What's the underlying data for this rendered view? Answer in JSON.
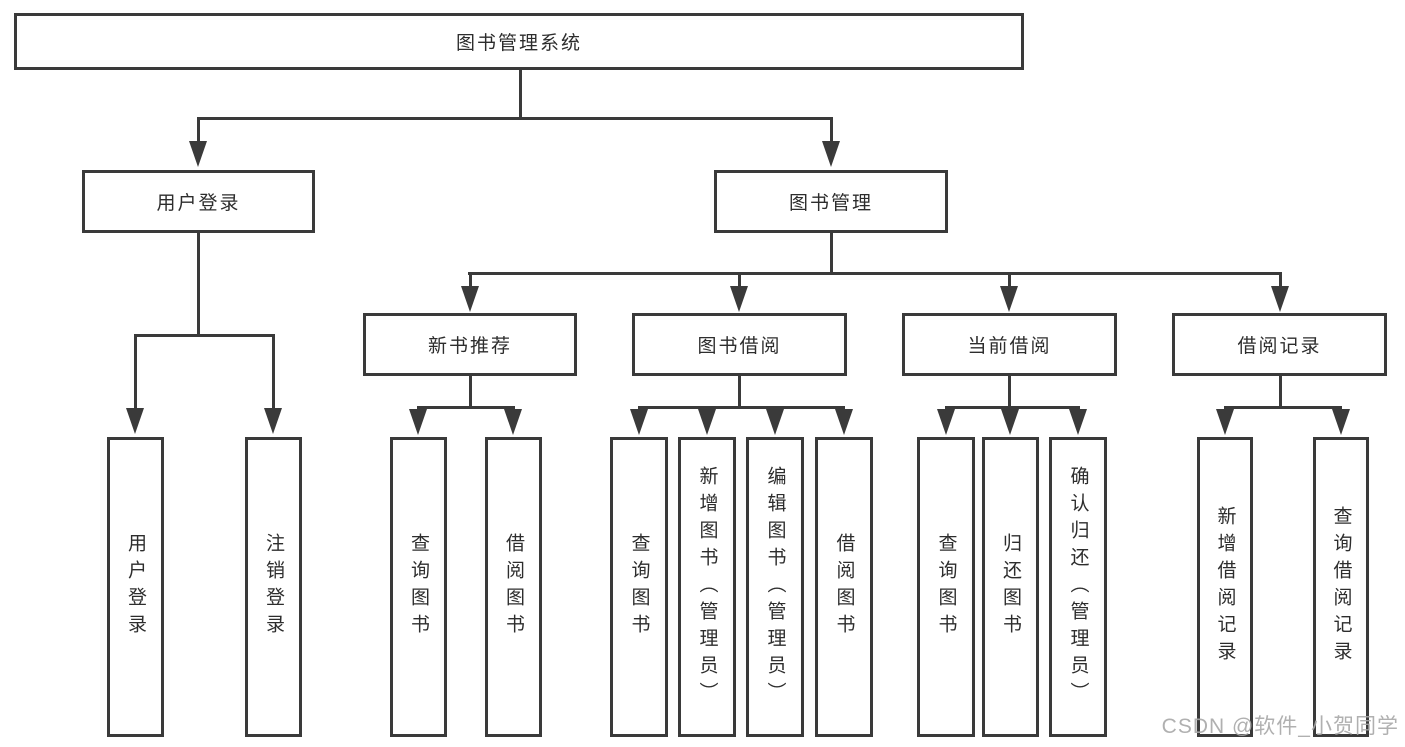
{
  "diagram": {
    "root": {
      "label": "图书管理系统"
    },
    "level2": [
      {
        "label": "用户登录"
      },
      {
        "label": "图书管理"
      }
    ],
    "level3": [
      {
        "label": "新书推荐"
      },
      {
        "label": "图书借阅"
      },
      {
        "label": "当前借阅"
      },
      {
        "label": "借阅记录"
      }
    ],
    "leaves": {
      "user_login": [
        "用户登录",
        "注销登录"
      ],
      "new_books": [
        "查询图书",
        "借阅图书"
      ],
      "book_borrow": [
        "查询图书",
        "新增图书（管理员）",
        "编辑图书（管理员）",
        "借阅图书"
      ],
      "current_borrow": [
        "查询图书",
        "归还图书",
        "确认归还（管理员）"
      ],
      "borrow_records": [
        "新增借阅记录",
        "查询借阅记录"
      ]
    }
  },
  "watermark": {
    "text": "CSDN @软件_小贺同学"
  },
  "colors": {
    "line": "#3a3a3a",
    "text": "#2d2d2d",
    "watermark": "#a8a8a8",
    "background": "#ffffff"
  }
}
